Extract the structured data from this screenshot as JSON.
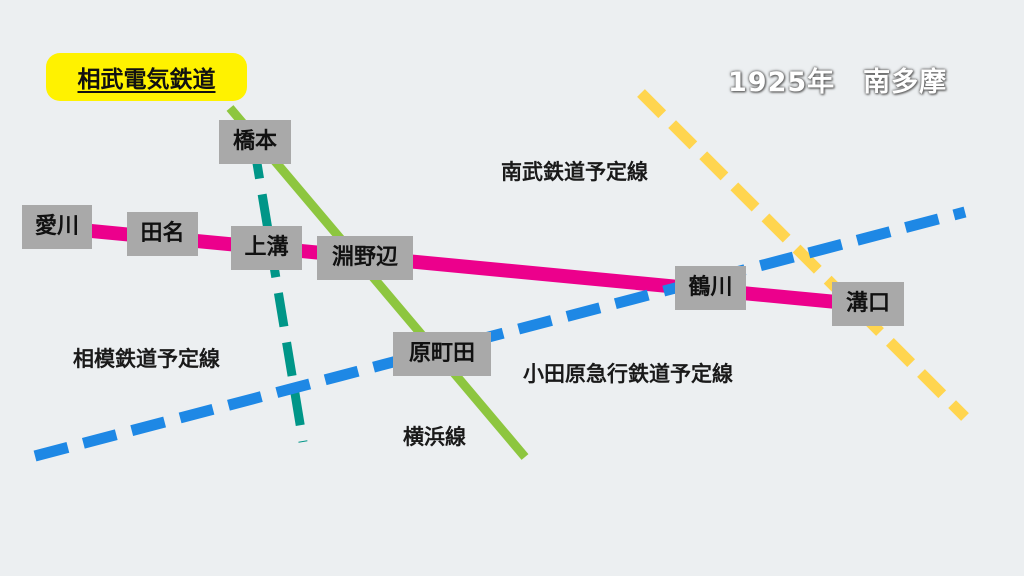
{
  "title": "1925年　南多摩",
  "company_label": "相武電気鉄道",
  "colors": {
    "background": "#eceff1",
    "sobu_line": "#ec008c",
    "yokohama_line": "#8dc63f",
    "sagami_planned": "#009688",
    "odakyu_planned": "#1e88e5",
    "nanbu_planned": "#ffd54f",
    "station_box": "#a9a9a9",
    "company_highlight": "#fff200"
  },
  "stations": {
    "aikawa": "愛川",
    "tana": "田名",
    "kamimizo": "上溝",
    "fuchinobe": "淵野辺",
    "tsurukawa": "鶴川",
    "mizonokuchi": "溝口",
    "hashimoto": "橋本",
    "haramachida": "原町田"
  },
  "line_labels": {
    "nanbu": "南武鉄道予定線",
    "sagami": "相模鉄道予定線",
    "odakyu": "小田原急行鉄道予定線",
    "yokohama": "横浜線"
  }
}
